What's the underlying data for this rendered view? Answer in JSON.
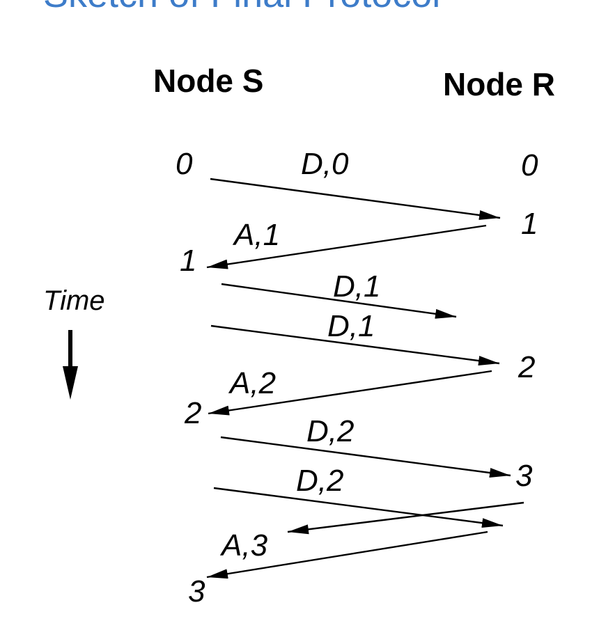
{
  "title": "Sketch of Final Protocol",
  "nodes": {
    "sender": "Node S",
    "receiver": "Node R"
  },
  "time_label": "Time",
  "sender_ticks": [
    "0",
    "1",
    "2",
    "3"
  ],
  "receiver_ticks": [
    "0",
    "1",
    "2",
    "3"
  ],
  "messages": [
    {
      "label": "D,0",
      "direction": "S-to-R",
      "delivered": true
    },
    {
      "label": "A,1",
      "direction": "R-to-S",
      "delivered": true
    },
    {
      "label": "D,1",
      "direction": "S-to-R",
      "delivered": false
    },
    {
      "label": "D,1",
      "direction": "S-to-R",
      "delivered": true
    },
    {
      "label": "A,2",
      "direction": "R-to-S",
      "delivered": true
    },
    {
      "label": "D,2",
      "direction": "S-to-R",
      "delivered": true
    },
    {
      "label": "D,2",
      "direction": "S-to-R",
      "delivered": true
    },
    {
      "label": "",
      "direction": "R-to-S",
      "delivered": false
    },
    {
      "label": "A,3",
      "direction": "R-to-S",
      "delivered": true
    }
  ]
}
